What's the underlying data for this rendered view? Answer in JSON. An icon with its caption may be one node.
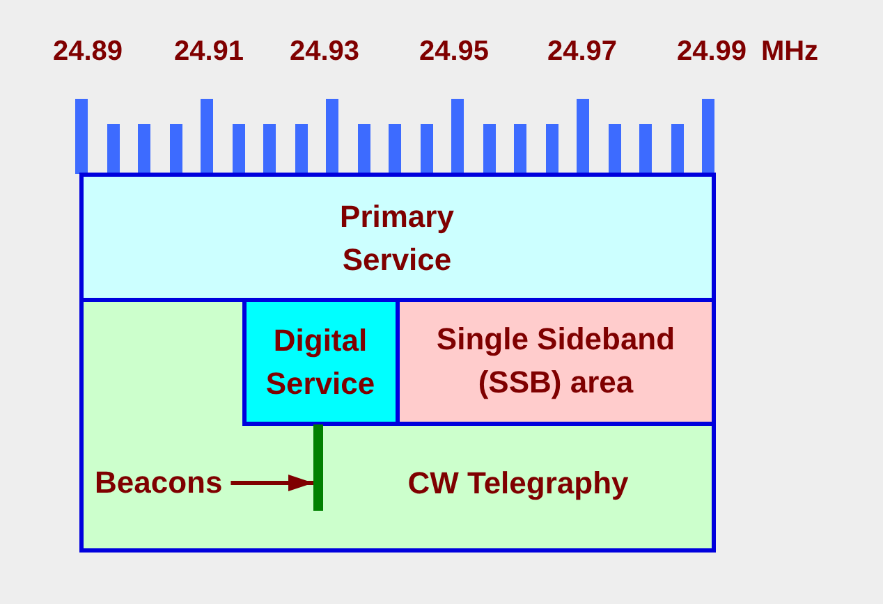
{
  "diagram": {
    "nodes": [
      {
        "text": [
          "Primary Service"
        ]
      },
      {
        "text": [
          "CW Telegraphy"
        ]
      },
      {
        "text": [
          "Digital Service"
        ],
        "in": 1
      },
      {
        "text": [
          "Single Sideband (SSB) area"
        ],
        "in": 1
      },
      {
        "text": [
          "Beacons"
        ],
        "in": 1
      },
      {
        "text": [],
        "shape": "bar",
        "in": 1
      }
    ],
    "edges": [
      {
        "from": 4,
        "to": 5,
        "arrow": "to"
      }
    ],
    "labels": [
      "24.89",
      "24.91",
      "24.93",
      "24.95",
      "24.97",
      "24.99",
      "MHz"
    ]
  }
}
